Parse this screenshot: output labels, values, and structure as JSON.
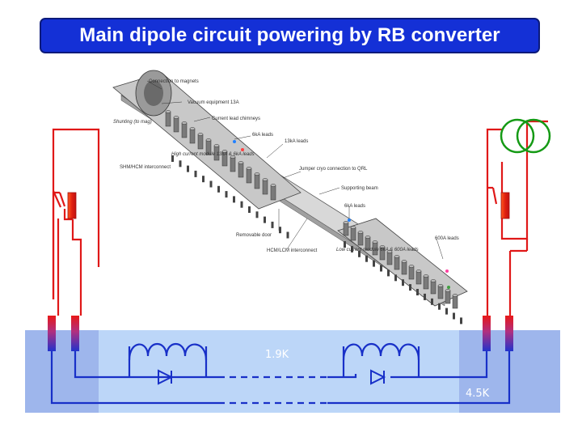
{
  "title": "Main dipole circuit powering by RB converter",
  "temperatures": {
    "cold": "1.9K",
    "warm": "4.5K"
  },
  "figure_labels": {
    "connection_to_magnets": "Connection to magnets",
    "vacuum_equipment": "Vacuum equipment 13A",
    "current_lead_chimneys": "Current lead chimneys",
    "shunting": "Shunting (to mag)",
    "leads_6ka_top": "6kA leads",
    "leads_13ka": "13kA leads",
    "high_current_module": "High current module 13kA & 6kA leads",
    "shm_hcm_interconnect_left": "SHM/HCM interconnect",
    "jumper_cryo": "Jumper cryo connection to QRL",
    "supporting_beam": "Supporting beam",
    "leads_6ka_mid": "6kA leads",
    "removable_door": "Removable door",
    "leads_600a": "600A leads",
    "hcm_lcm_interconnect": "HCM/LCM interconnect",
    "low_current_module": "Low current module 6kA & 600A leads"
  },
  "colors": {
    "circuit_red": "#e01818",
    "circuit_blue": "#1830c8",
    "resistor_red": "#e83010",
    "cold_region": "#bcd6f8",
    "warm_region": "#9eb6ec",
    "transformer_green": "#159a15",
    "title_bg": "#1430d6"
  },
  "icons": [
    "transformer-icon",
    "switch-icon",
    "resistor-icon",
    "dipole-coil-icon",
    "diode-icon",
    "current-lead-icon"
  ]
}
